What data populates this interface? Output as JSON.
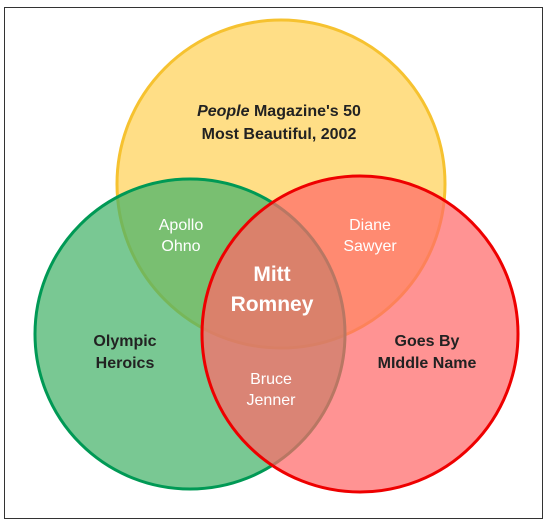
{
  "diagram": {
    "top_set": {
      "title_italic": "People",
      "title_rest": " Magazine's 50",
      "title_line2": "Most Beautiful, 2002",
      "fill": "#ffd871",
      "stroke": "#f6c230"
    },
    "left_set": {
      "line1": "Olympic",
      "line2": "Heroics",
      "fill": "#45b36a",
      "stroke": "#009955"
    },
    "right_set": {
      "line1": "Goes By",
      "line2": "MIddle Name",
      "fill": "#ff6a6a",
      "stroke": "#ee0000"
    },
    "top_left": {
      "line1": "Apollo",
      "line2": "Ohno"
    },
    "top_right": {
      "line1": "Diane",
      "line2": "Sawyer"
    },
    "left_right": {
      "line1": "Bruce",
      "line2": "Jenner"
    },
    "center": {
      "line1": "Mitt",
      "line2": "Romney"
    }
  }
}
